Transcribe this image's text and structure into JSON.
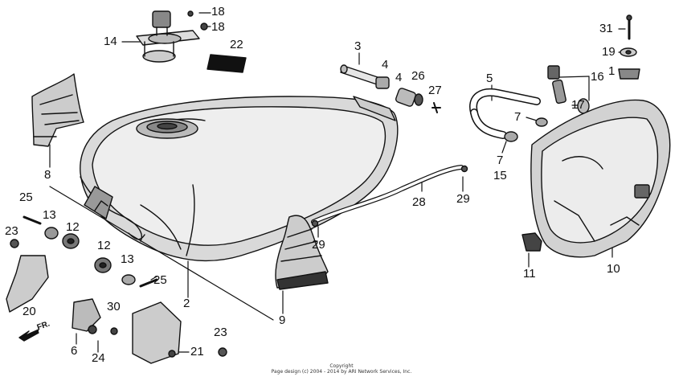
{
  "labels": {
    "l1": "1",
    "l2": "2",
    "l3": "3",
    "l4a": "4",
    "l4b": "4",
    "l5": "5",
    "l6": "6",
    "l7a": "7",
    "l7b": "7",
    "l8": "8",
    "l9": "9",
    "l10": "10",
    "l11": "11",
    "l12a": "12",
    "l12b": "12",
    "l13a": "13",
    "l13b": "13",
    "l14": "14",
    "l15": "15",
    "l16": "16",
    "l17": "17",
    "l18a": "18",
    "l18b": "18",
    "l19": "19",
    "l20": "20",
    "l21": "21",
    "l22": "22",
    "l23a": "23",
    "l23b": "23",
    "l24": "24",
    "l25a": "25",
    "l25b": "25",
    "l26": "26",
    "l27": "27",
    "l28": "28",
    "l29a": "29",
    "l29b": "29",
    "l30": "30",
    "l31": "31"
  },
  "direction_mark": "FR.",
  "copyright": {
    "line1": "Copyright",
    "line2": "Page design (c) 2004 - 2014 by ARI Network Services, Inc."
  },
  "colors": {
    "ink": "#111111",
    "tank_shade": "#d8d8d8",
    "paper": "#ffffff"
  }
}
